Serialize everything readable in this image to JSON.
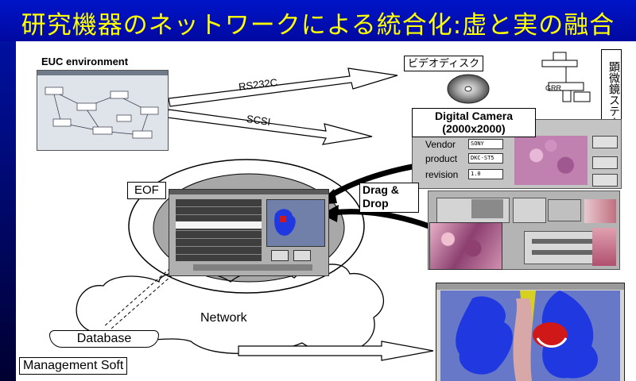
{
  "title": "研究機器のネットワークによる統合化:虚と実の融合",
  "labels": {
    "euc_environment": "EUC environment",
    "rs232c": "RS232C",
    "scsi": "SCSI",
    "videodisk": "ビデオディスク",
    "stage_vertical": "顕微鏡ステージ等",
    "camera_line1": "Digital Camera",
    "camera_line2": "(2000x2000)",
    "eof": "EOF",
    "drag_drop_line1": "Drag &",
    "drag_drop_line2": "Drop",
    "network": "Network",
    "database": "Database",
    "dbms": "Management Soft"
  },
  "camera_panel": {
    "vendor_label": "Vendor",
    "vendor_value": "SONY",
    "product_label": "product",
    "product_value": "DKC-ST5",
    "revision_label": "revision",
    "revision_value": "1.0"
  },
  "colors": {
    "title_bar": "#0010c0",
    "title_text": "#ffff00",
    "tissue_pink": "#c87aa8",
    "volume_blue": "#2038e0",
    "volume_red": "#d01818",
    "volume_yellow": "#d8d020"
  }
}
